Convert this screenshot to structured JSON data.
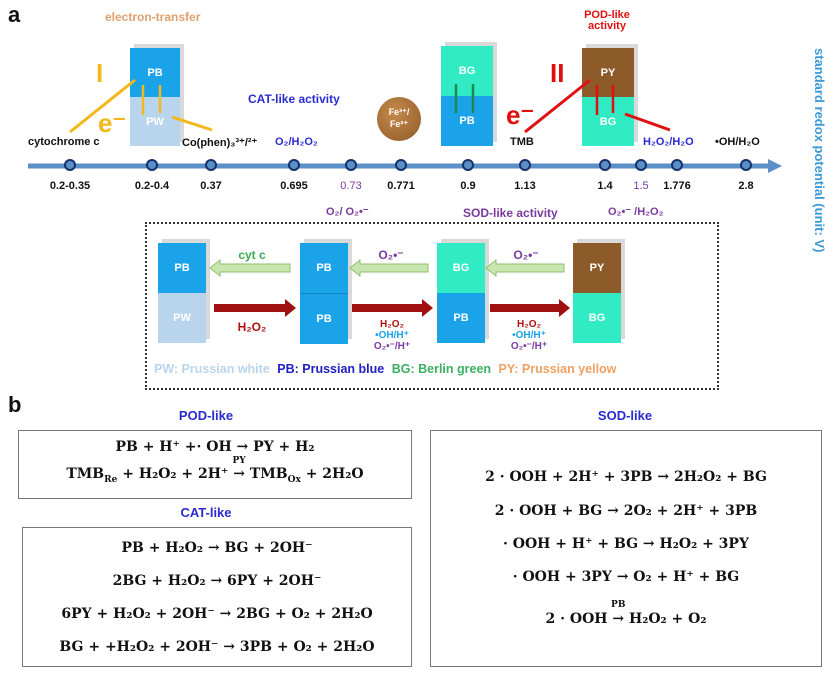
{
  "colors": {
    "pb": "#1aa3e8",
    "pw": "#b9d5ee",
    "bg": "#30ebc4",
    "py": "#8d5a2a",
    "axis": "#5b8fc7",
    "electron_transfer": "#e0a070",
    "pod": "#e01010",
    "cat": "#2a2ad0",
    "sod": "#7a3aa0",
    "fe": "#a4692e"
  },
  "part_a": {
    "label": "a",
    "electron_transfer": "electron-transfer",
    "roman_1": "I",
    "e_minus_1": "e⁻",
    "cat_activity": "CAT-like activity",
    "pod_activity_1": "POD-like",
    "pod_activity_2": "activity",
    "roman_2": "II",
    "e_minus_2": "e⁻",
    "sod_activity": "SOD-like activity",
    "axis_title": "standard redox potential (unit: V)",
    "species_above": {
      "cytochrome": "cytochrome c",
      "cophen": "Co(phen)₃³⁺/²⁺",
      "o2_h2o2": "O₂/H₂O₂",
      "tmb": "TMB",
      "h2o2_h2o": "H₂O₂/H₂O",
      "oh_h2o": "•OH/H₂O"
    },
    "fe_couple_1": "Fe³⁺/",
    "fe_couple_2": "Fe²⁺",
    "species_below": {
      "o2_o2rad": "O₂/ O₂•⁻",
      "o2rad_h2o2": "O₂•⁻ /H₂O₂"
    },
    "ticks": [
      {
        "value": "0.2-0.35"
      },
      {
        "value": "0.2-0.4"
      },
      {
        "value": "0.37"
      },
      {
        "value": "0.695"
      },
      {
        "value": "0.73"
      },
      {
        "value": "0.771"
      },
      {
        "value": "0.9"
      },
      {
        "value": "1.13"
      },
      {
        "value": "1.4"
      },
      {
        "value": "1.5"
      },
      {
        "value": "1.776"
      },
      {
        "value": "2.8"
      }
    ],
    "blocks": {
      "b1_top": "PB",
      "b1_bot": "PW",
      "b2_top": "BG",
      "b2_bot": "PB",
      "b3_top": "PY",
      "b3_bot": "BG"
    },
    "scheme": {
      "s1_top": "PB",
      "s1_bot": "PW",
      "s2_top": "PB",
      "s2_bot": "PB",
      "s3_top": "BG",
      "s3_bot": "PB",
      "s4_top": "PY",
      "s4_bot": "BG",
      "cytc": "cyt c",
      "h2o2_1": "H₂O₂",
      "o2rad_1": "O₂•⁻",
      "o2rad_2": "O₂•⁻",
      "r2_h2o2": "H₂O₂",
      "r2_oh": "•OH/H⁺",
      "r2_o2": "O₂•⁻/H⁺",
      "r3_h2o2": "H₂O₂",
      "r3_oh": "•OH/H⁺",
      "r3_o2": "O₂•⁻/H⁺",
      "legend": [
        "PW: Prussian white",
        "PB: Prussian blue",
        "BG: Berlin green",
        "PY: Prussian yellow"
      ]
    }
  },
  "part_b": {
    "label": "b",
    "pod_title": "POD-like",
    "pod_eqs": [
      "PB + H⁺ +· OH → PY + H₂",
      "TMB_Re + H₂O₂ + 2H⁺ →(PY) TMB_Ox + 2H₂O"
    ],
    "pod_eq2_parts": {
      "a": "TMB",
      "a_sub": "Re",
      "b": " + H₂O₂ + 2H⁺ ",
      "arrow": "→",
      "cat": "PY",
      "c": " TMB",
      "c_sub": "Ox",
      "d": " + 2H₂O"
    },
    "cat_title": "CAT-like",
    "cat_eqs": [
      "PB + H₂O₂ → BG + 2OH⁻",
      "2BG + H₂O₂ → 6PY + 2OH⁻",
      "6PY + H₂O₂ + 2OH⁻ → 2BG + O₂ + 2H₂O",
      "BG + +H₂O₂ + 2OH⁻ → 3PB + O₂ + 2H₂O"
    ],
    "sod_title": "SOD-like",
    "sod_eqs": [
      "2 · OOH + 2H⁺ + 3PB → 2H₂O₂ + BG",
      "2 · OOH + BG → 2O₂ + 2H⁺ + 3PB",
      "· OOH + H⁺ + BG → H₂O₂ + 3PY",
      "· OOH + 3PY → O₂ + H⁺ + BG"
    ],
    "sod_eq5_parts": {
      "a": "2 · OOH ",
      "arrow": "→",
      "cat": "PB",
      "b": " H₂O₂ + O₂"
    }
  }
}
